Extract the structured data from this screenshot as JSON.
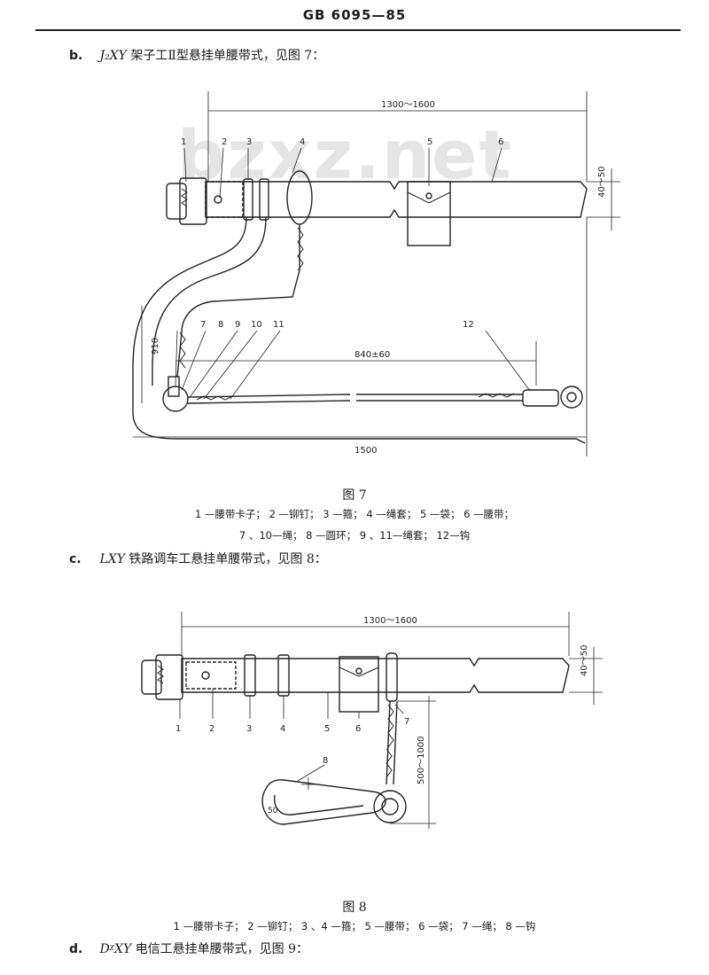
{
  "header": {
    "standard_code": "GB 6095—85"
  },
  "watermark": "bzxz.net",
  "section_b": {
    "label": "b.",
    "model_code": "J₂XY",
    "text": "架子工Ⅱ型悬挂单腰带式，见图 7："
  },
  "figure7": {
    "caption": "图 7",
    "legend_line1": "1 —腰带卡子； 2 —铆钉； 3 —箍； 4 —绳套； 5 —袋； 6 —腰带；",
    "legend_line2": "7 、10—绳； 8 —圆环； 9 、11—绳套； 12—钩",
    "dim_belt_length": "1300～1600",
    "dim_belt_width": "40～50",
    "dim_rope_length": "840±60",
    "dim_vertical": "910",
    "dim_total": "1500",
    "part_numbers": [
      "1",
      "2",
      "3",
      "4",
      "5",
      "6",
      "7",
      "8",
      "9",
      "10",
      "11",
      "12"
    ]
  },
  "section_c": {
    "label": "c.",
    "model_code": "LXY",
    "text": "铁路调车工悬挂单腰带式，见图 8："
  },
  "figure8": {
    "caption": "图 8",
    "legend_line1": "1 —腰带卡子； 2 —铆钉； 3 、4 —箍； 5 —腰带； 6 —袋； 7 —绳； 8 —钩",
    "dim_belt_length": "1300～1600",
    "dim_belt_width": "40～50",
    "dim_rope_length": "500～1000",
    "dim_hook": "50",
    "part_numbers": [
      "1",
      "2",
      "3",
      "4",
      "5",
      "6",
      "7",
      "8"
    ]
  },
  "section_d": {
    "label": "d.",
    "model_code": "DᵡXY",
    "text": "电信工悬挂单腰带式，见图 9："
  }
}
